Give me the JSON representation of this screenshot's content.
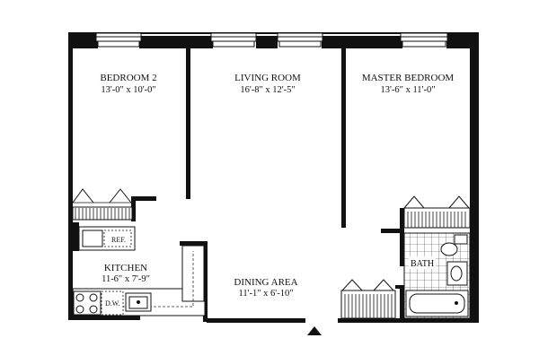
{
  "rooms": {
    "bedroom2": {
      "name": "BEDROOM 2",
      "dims": "13'-0\" x 10'-0\""
    },
    "living": {
      "name": "LIVING ROOM",
      "dims": "16'-8\" x 12'-5\""
    },
    "master": {
      "name": "MASTER BEDROOM",
      "dims": "13'-6\" x 11'-0\""
    },
    "kitchen": {
      "name": "KITCHEN",
      "dims": "11-6\" x 7'-9\""
    },
    "dining": {
      "name": "DINING AREA",
      "dims": "11'-1\" x 6'-10\""
    }
  },
  "fixtures": {
    "ref": "REF.",
    "dw": "D.W.",
    "bath": "BATH"
  },
  "colors": {
    "wall": "#111111",
    "line": "#222222",
    "background": "#ffffff"
  }
}
